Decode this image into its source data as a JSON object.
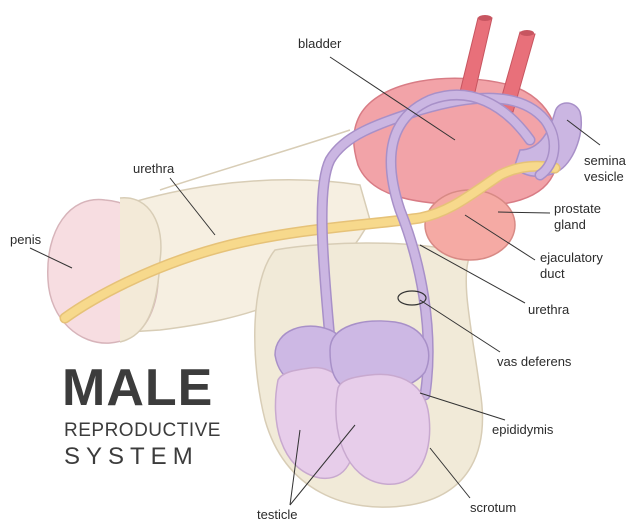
{
  "title": {
    "main": "MALE",
    "line2": "REPRODUCTIVE",
    "line3": "SYSTEM"
  },
  "labels": {
    "bladder": "bladder",
    "semina_vesicle_1": "semina",
    "semina_vesicle_2": "vesicle",
    "urethra_top": "urethra",
    "penis": "penis",
    "prostate_1": "prostate",
    "prostate_2": "gland",
    "ejaculatory_1": "ejaculatory",
    "ejaculatory_2": "duct",
    "urethra_right": "urethra",
    "vas_deferens": "vas deferens",
    "epididymis": "epididymis",
    "scrotum": "scrotum",
    "testicle": "testicle"
  },
  "colors": {
    "bladder": "#f2a3a8",
    "prostate": "#f5aaa4",
    "tube_red": "#e8707a",
    "urethra": "#f7d98c",
    "vas": "#cbb6e2",
    "testicle": "#e7cdea",
    "epididymis": "#cdb8e4",
    "scrotum": "#f1ead8",
    "skin": "#f6efe1",
    "glans": "#f7dde1"
  }
}
